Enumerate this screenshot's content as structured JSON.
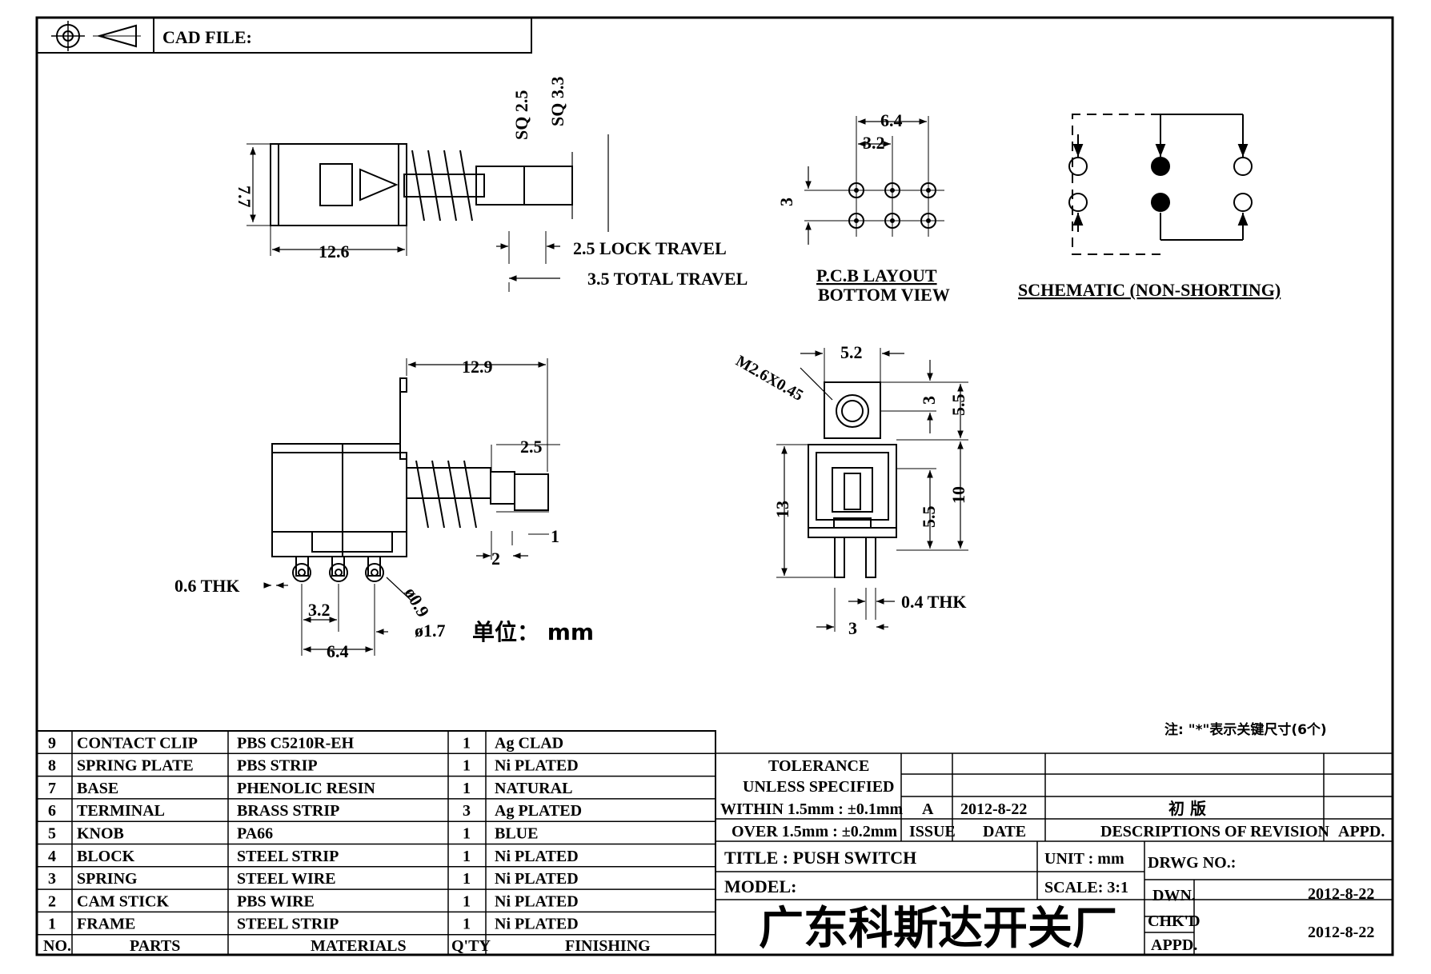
{
  "header": {
    "cad_file_label": "CAD FILE:"
  },
  "side_view": {
    "height": "7.7",
    "length": "12.6",
    "sq_small": "SQ 2.5",
    "sq_large": "SQ 3.3",
    "lock_travel": "2.5 LOCK TRAVEL",
    "total_travel": "3.5 TOTAL TRAVEL"
  },
  "pcb_layout": {
    "pitch_outer": "6.4",
    "pitch_inner": "3.2",
    "row_pitch": "3",
    "title": "P.C.B LAYOUT",
    "subtitle": "BOTTOM VIEW"
  },
  "schematic": {
    "title": "SCHEMATIC (NON-SHORTING)"
  },
  "front_view": {
    "width": "12.9",
    "plunger": "2.5",
    "d2": "2",
    "d1": "1",
    "thk": "0.6 THK",
    "p32": "3.2",
    "p64": "6.4",
    "hole": "ø0.9",
    "pad": "ø1.7",
    "unit": "单位： mm"
  },
  "end_view": {
    "thread": "M2.6X0.45",
    "w52": "5.2",
    "d3": "3",
    "d55a": "5.5",
    "d10": "10",
    "d13": "13",
    "d55b": "5.5",
    "thk": "0.4 THK",
    "w3": "3"
  },
  "note": "注: \"*\"表示关键尺寸(6个)",
  "bom": {
    "rows": [
      {
        "no": "9",
        "part": "CONTACT CLIP",
        "material": "PBS C5210R-EH",
        "qty": "1",
        "finish": "Ag CLAD"
      },
      {
        "no": "8",
        "part": "SPRING PLATE",
        "material": "PBS STRIP",
        "qty": "1",
        "finish": "Ni PLATED"
      },
      {
        "no": "7",
        "part": "BASE",
        "material": "PHENOLIC RESIN",
        "qty": "1",
        "finish": "NATURAL"
      },
      {
        "no": "6",
        "part": "TERMINAL",
        "material": "BRASS STRIP",
        "qty": "3",
        "finish": "Ag PLATED"
      },
      {
        "no": "5",
        "part": "KNOB",
        "material": "PA66",
        "qty": "1",
        "finish": "BLUE"
      },
      {
        "no": "4",
        "part": "BLOCK",
        "material": "STEEL STRIP",
        "qty": "1",
        "finish": "Ni PLATED"
      },
      {
        "no": "3",
        "part": "SPRING",
        "material": "STEEL WIRE",
        "qty": "1",
        "finish": "Ni PLATED"
      },
      {
        "no": "2",
        "part": "CAM STICK",
        "material": "PBS WIRE",
        "qty": "1",
        "finish": "Ni PLATED"
      },
      {
        "no": "1",
        "part": "FRAME",
        "material": "STEEL STRIP",
        "qty": "1",
        "finish": "Ni PLATED"
      }
    ],
    "headers": {
      "no": "NO.",
      "parts": "PARTS",
      "materials": "MATERIALS",
      "qty": "Q'TY",
      "finishing": "FINISHING"
    }
  },
  "title_block": {
    "tolerance": "TOLERANCE",
    "unless": "UNLESS  SPECIFIED",
    "within": "WITHIN 1.5mm : ±0.1mm",
    "over": "OVER 1.5mm : ±0.2mm",
    "issue_val": "A",
    "date_val": "2012-8-22",
    "desc_val": "初 版",
    "issue_h": "ISSUE",
    "date_h": "DATE",
    "desc_h": "DESCRIPTIONS OF REVISION",
    "appd_h": "APPD.",
    "title": "TITLE : PUSH SWITCH",
    "unit": "UNIT :   mm",
    "drwg": "DRWG NO.:",
    "model": "MODEL:",
    "scale": "SCALE:   3:1",
    "dwn": "DWN.",
    "dwn_date": "2012-8-22",
    "chkd": "CHK'D",
    "appd": "APPD.",
    "chk_date": "2012-8-22",
    "company": "广东科斯达开关厂"
  }
}
